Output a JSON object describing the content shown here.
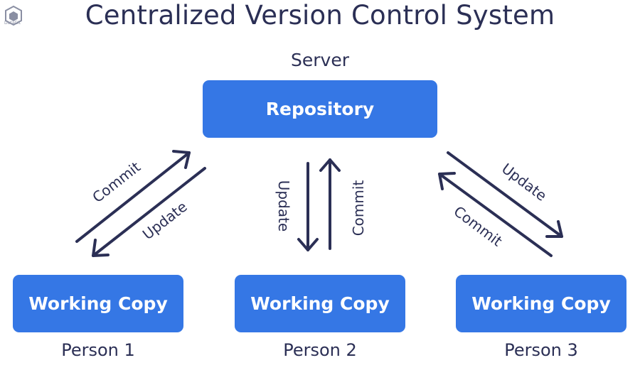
{
  "title": "Centralized Version Control System",
  "logo": {
    "text": "DataGit"
  },
  "server": {
    "label": "Server",
    "repository_label": "Repository"
  },
  "clients": [
    {
      "box_label": "Working Copy",
      "person": "Person 1"
    },
    {
      "box_label": "Working Copy",
      "person": "Person 2"
    },
    {
      "box_label": "Working Copy",
      "person": "Person 3"
    }
  ],
  "arrow_labels": {
    "left_commit": "Commit",
    "left_update": "Update",
    "middle_update": "Update",
    "middle_commit": "Commit",
    "right_update": "Update",
    "right_commit": "Commit"
  },
  "colors": {
    "box": "#3577e5",
    "text": "#2b2f55"
  }
}
